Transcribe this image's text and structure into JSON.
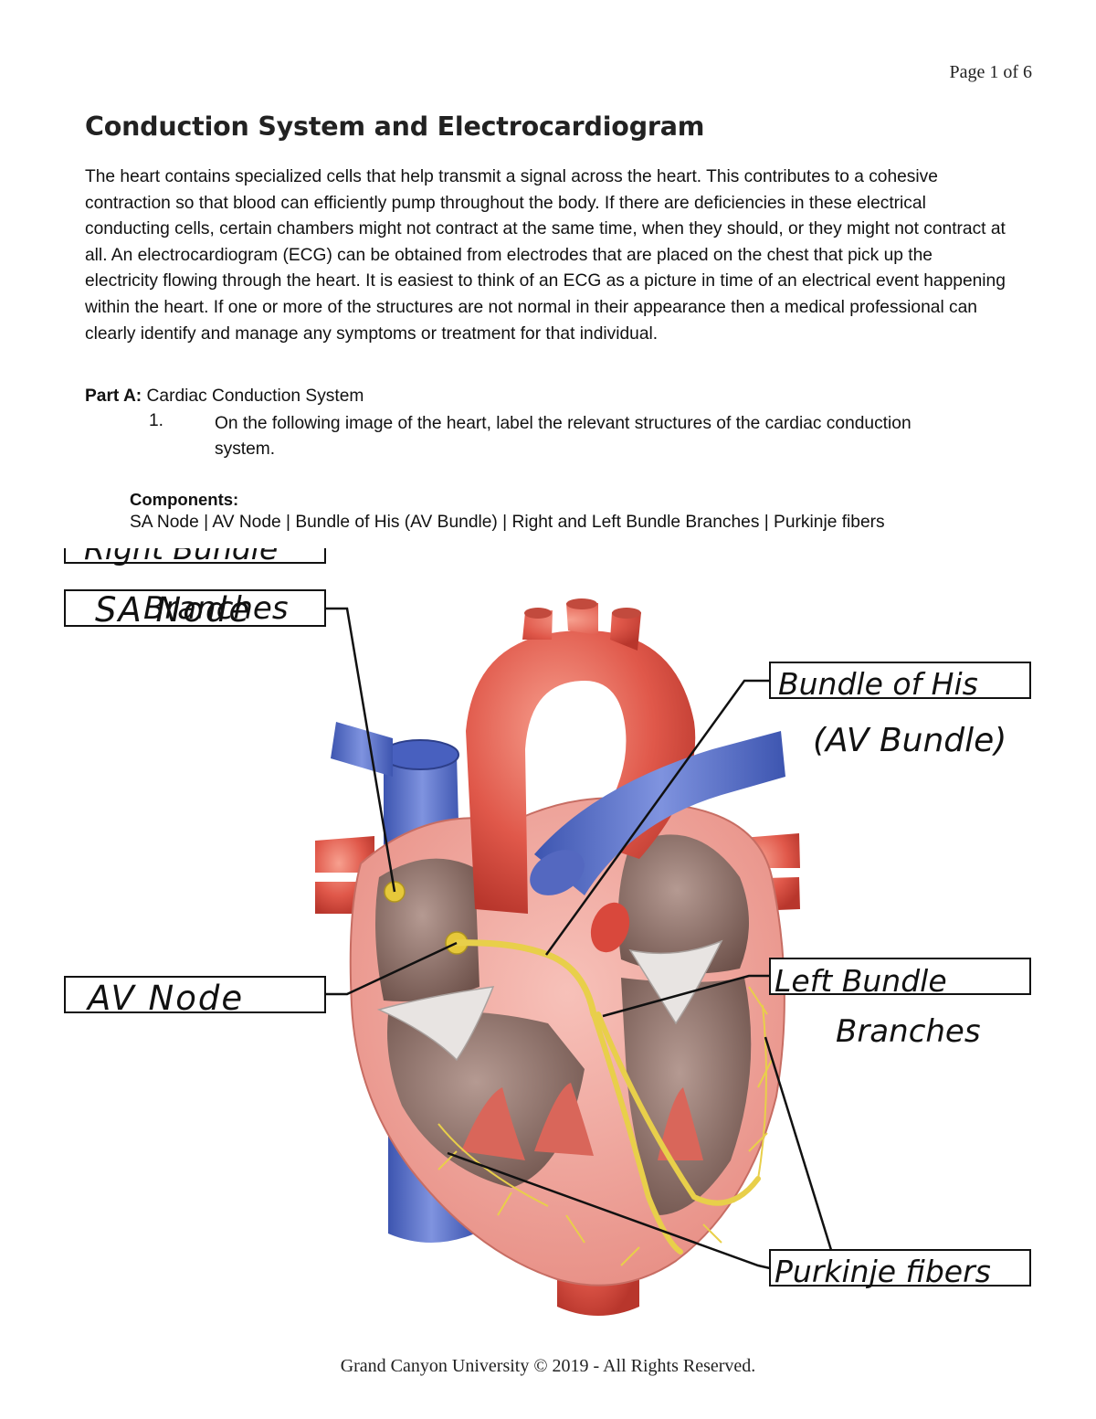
{
  "header": {
    "page_number": "Page 1 of 6"
  },
  "document": {
    "title": "Conduction System and Electrocardiogram",
    "intro": "The heart contains specialized cells that help transmit a signal across the heart. This contributes to a cohesive contraction so that blood can efficiently pump throughout the body. If there are deficiencies in these electrical conducting cells, certain chambers might not contract at the same time, when they should, or they might not contract at all. An electrocardiogram (ECG) can be obtained from electrodes that are placed on the chest that pick up the electricity flowing through the heart. It is easiest to think of an ECG as a picture in time of an electrical event happening within the heart. If one or more of the structures are not normal in their appearance then a medical professional can clearly identify and manage any symptoms or treatment for that individual.",
    "part_a_label": "Part A:",
    "part_a_title": "Cardiac Conduction System",
    "question_number": "1.",
    "question_text": "On the following image of the heart, label the relevant structures of the cardiac conduction system.",
    "components_heading": "Components:",
    "components_list": "SA Node | AV Node | Bundle of His (AV Bundle) | Right and Left Bundle Branches | Purkinje fibers"
  },
  "diagram_labels": {
    "sa_node": "SA Node",
    "av_node": "AV Node",
    "bundle_of_his_line1": "Bundle of His",
    "bundle_of_his_line2": "(AV Bundle)",
    "left_bundle_line1": "Left Bundle",
    "left_bundle_line2": "Branches",
    "right_bundle_line1": "Right Bundle",
    "right_bundle_line2": "Branches",
    "purkinje": "Purkinje fibers"
  },
  "colors": {
    "artery_red": "#e0584a",
    "vein_blue": "#5a72c9",
    "myocardium_pink": "#f1a79f",
    "chamber_brown": "#8a6b63",
    "conduction_yellow": "#e8cf4a"
  },
  "footer": {
    "copyright": "Grand Canyon University © 2019 - All Rights Reserved."
  }
}
